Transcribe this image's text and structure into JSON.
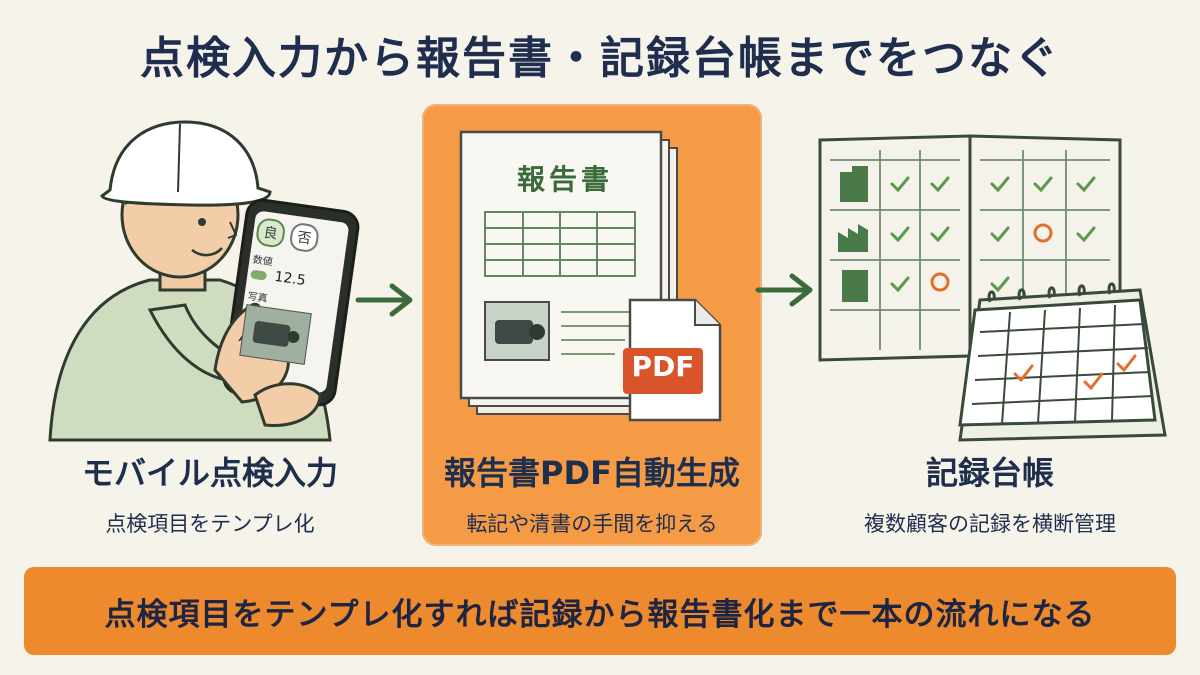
{
  "title": "点検入力から報告書・記録台帳までをつなぐ",
  "columns": [
    {
      "title": "モバイル点検入力",
      "subtitle": "点検項目をテンプレ化"
    },
    {
      "title": "報告書PDF自動生成",
      "subtitle": "転記や清書の手間を抑える"
    },
    {
      "title": "記録台帳",
      "subtitle": "複数顧客の記録を横断管理"
    }
  ],
  "phone": {
    "ok_label": "良",
    "ng_label": "否",
    "value_label": "数値",
    "value": "12.5",
    "photo_label": "写真"
  },
  "report": {
    "heading": "報告書",
    "pdf_label": "PDF"
  },
  "banner": "点検項目をテンプレ化すれば記録から報告書化まで一本の流れになる",
  "colors": {
    "accent_orange": "#f59a45",
    "banner_orange": "#ee8a2e",
    "navy": "#1e2f4d",
    "green": "#4a7a4a"
  }
}
